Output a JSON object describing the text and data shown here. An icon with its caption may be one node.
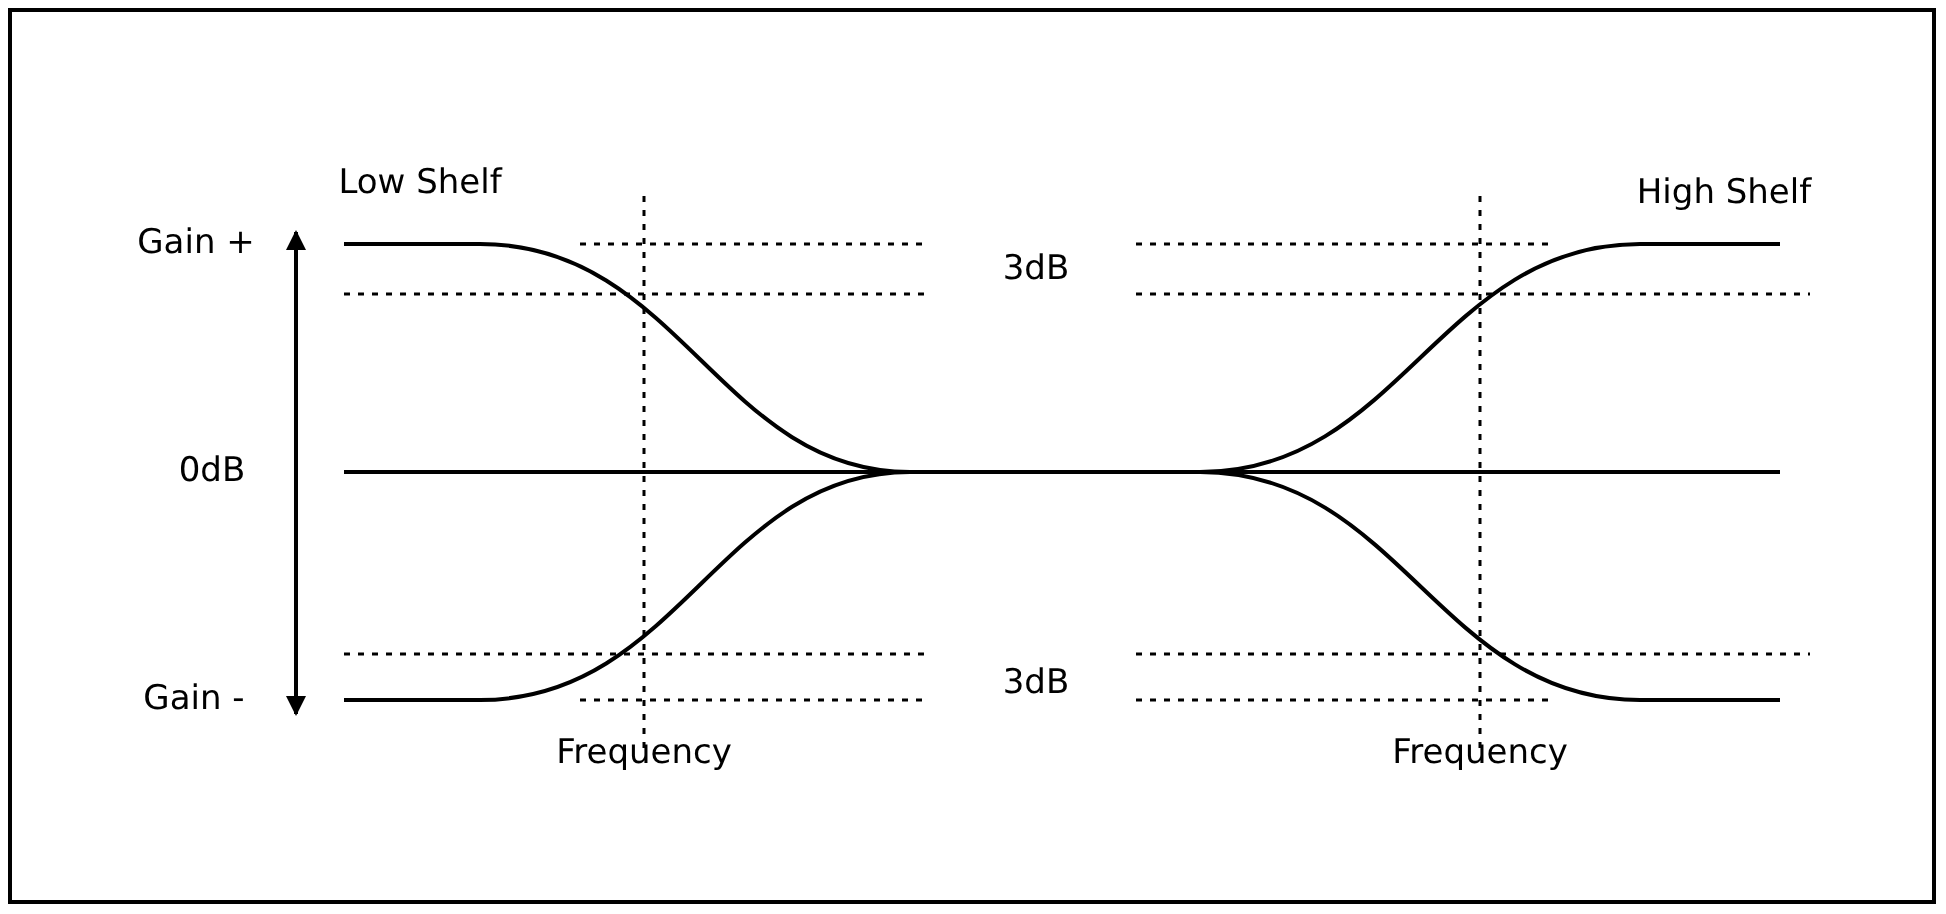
{
  "diagram": {
    "labels": [
      "Low Shelf",
      "High Shelf",
      "Gain +",
      "3dB",
      "0dB",
      "Gain -",
      "3dB",
      "Frequency",
      "Frequency"
    ]
  }
}
